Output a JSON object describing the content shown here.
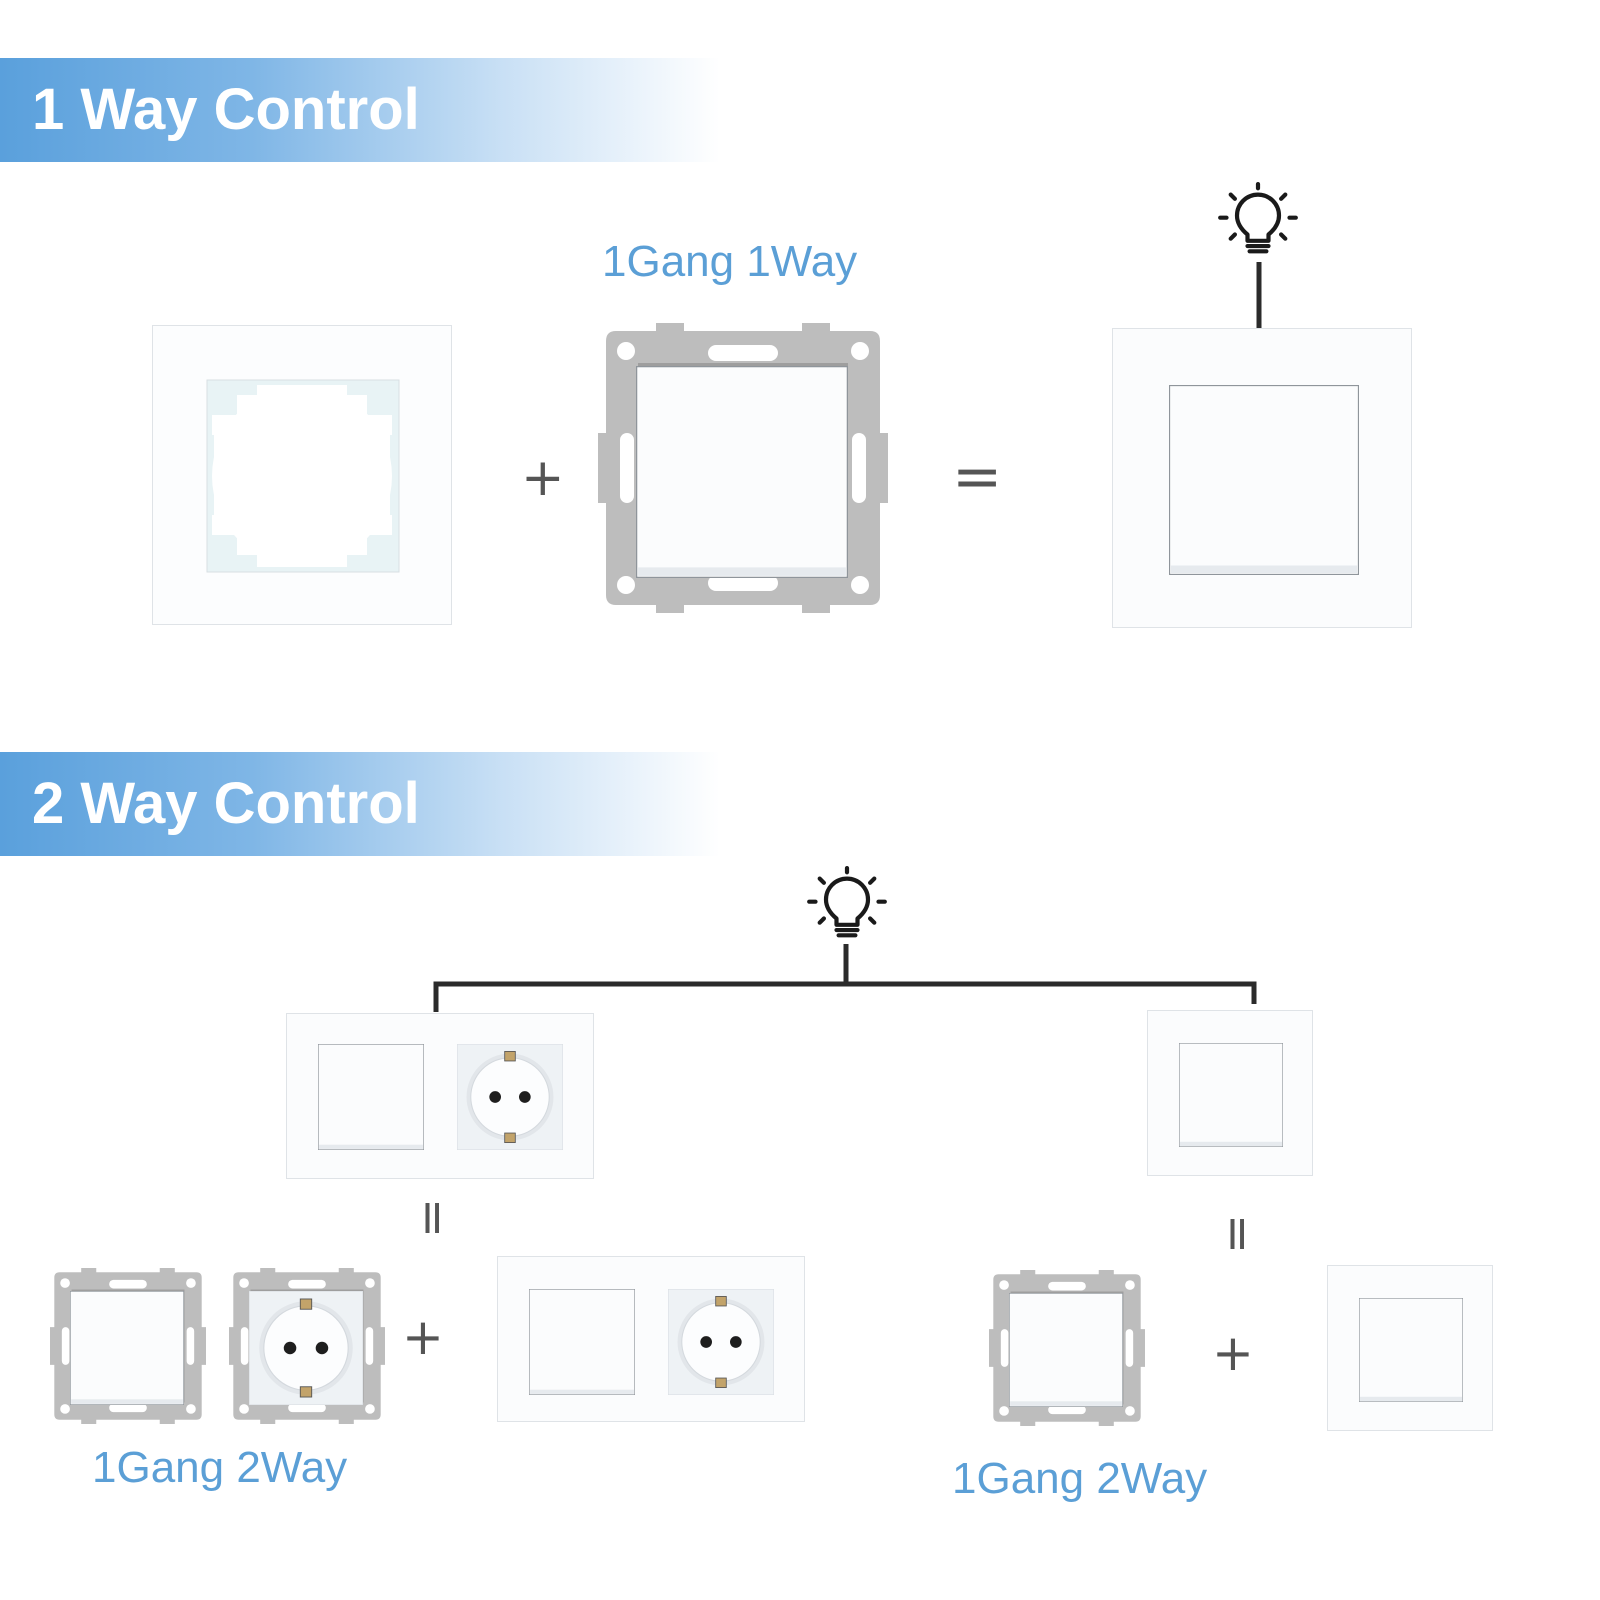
{
  "sections": [
    {
      "title": "1 Way Control"
    },
    {
      "title": "2 Way Control"
    }
  ],
  "one_way": {
    "caption": "1Gang 1Way",
    "operators": {
      "plus": "+",
      "equals": "="
    }
  },
  "two_way": {
    "caption_left": "1Gang 2Way",
    "caption_right": "1Gang 2Way",
    "operators": {
      "plus_left": "+",
      "plus_right": "+",
      "equals_left": "=",
      "equals_right": "="
    }
  },
  "icons": [
    "light-bulb-icon",
    "glass-frame",
    "switch-module",
    "socket-module"
  ],
  "colors": {
    "banner_blue": "#5aa0dc",
    "caption_blue": "#5b9fd6",
    "module_gray": "#bdbdbd",
    "wire": "#2b2b2b"
  }
}
